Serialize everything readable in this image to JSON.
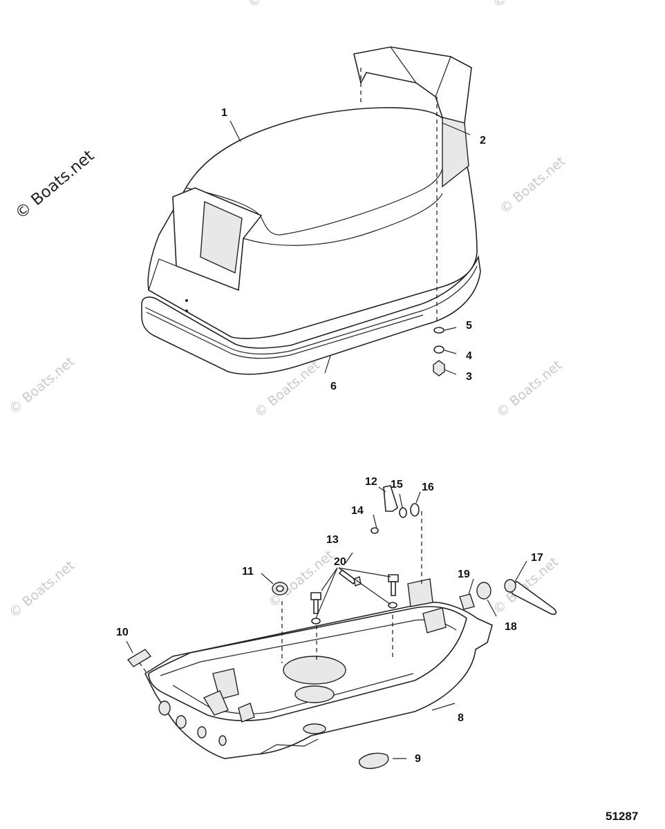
{
  "watermarks": {
    "main": "© Boats.net",
    "repeat": "© Boats.net"
  },
  "diagram_id": "51287",
  "callouts": [
    "1",
    "2",
    "3",
    "4",
    "5",
    "6",
    "8",
    "9",
    "10",
    "11",
    "12",
    "13",
    "14",
    "15",
    "16",
    "17",
    "18",
    "19",
    "20"
  ]
}
